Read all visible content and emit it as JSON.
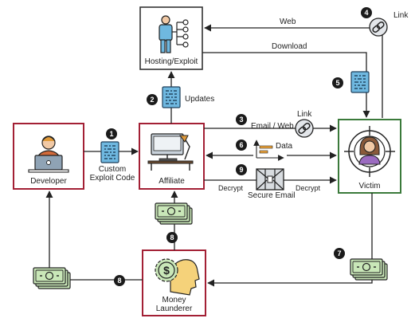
{
  "colors": {
    "developer_border": "#a32035",
    "affiliate_border": "#a32035",
    "launderer_border": "#a32035",
    "victim_border": "#3b7a3b",
    "hosting_border": "#333333",
    "doc_fill": "#6fb8e0",
    "money_fill": "#c9e7b8",
    "arrow": "#222222"
  },
  "nodes": {
    "hosting": "Hosting/Exploit",
    "developer": "Developer",
    "affiliate": "Affiliate",
    "victim": "Victim",
    "launderer": "Money\nLaunderer"
  },
  "edges": {
    "web": "Web",
    "link_top": "Link",
    "download": "Download",
    "updates": "Updates",
    "custom_code": "Custom\nExploit Code",
    "email_web": "Email / Web",
    "link_mid": "Link",
    "data": "Data",
    "decrypt_left": "Decrypt",
    "secure_email": "Secure Email",
    "decrypt_right": "Decrypt"
  },
  "steps": [
    "1",
    "2",
    "3",
    "4",
    "5",
    "6",
    "7",
    "8",
    "8",
    "9"
  ],
  "icons": {
    "hosting": "server-person-icon",
    "developer": "developer-laptop-icon",
    "affiliate": "workstation-lamp-icon",
    "victim": "target-person-icon",
    "launderer": "dollar-gear-head-icon",
    "doc": "binary-document-icon",
    "money": "cash-stack-icon",
    "link": "chain-link-icon",
    "data": "chart-data-icon",
    "secure_email": "sealed-envelope-icon"
  }
}
